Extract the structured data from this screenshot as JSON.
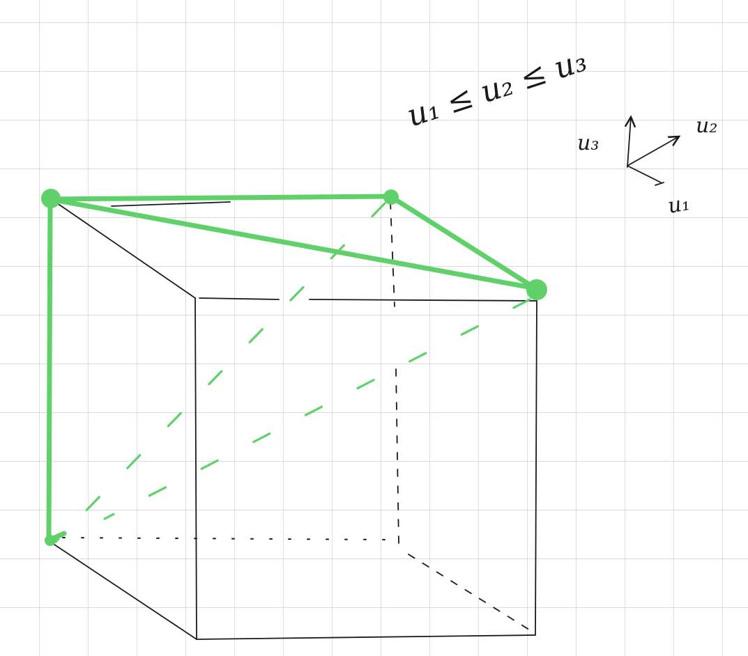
{
  "colors": {
    "paper": "#ffffff",
    "grid": "#cfcfcf",
    "ink": "#1a1a1a",
    "highlight": "#5fd06a"
  },
  "annotations": {
    "ordering": "u₁ ≤ u₂ ≤ u₃",
    "axis_u1": "u₁",
    "axis_u2": "u₂",
    "axis_u3": "u₃"
  }
}
